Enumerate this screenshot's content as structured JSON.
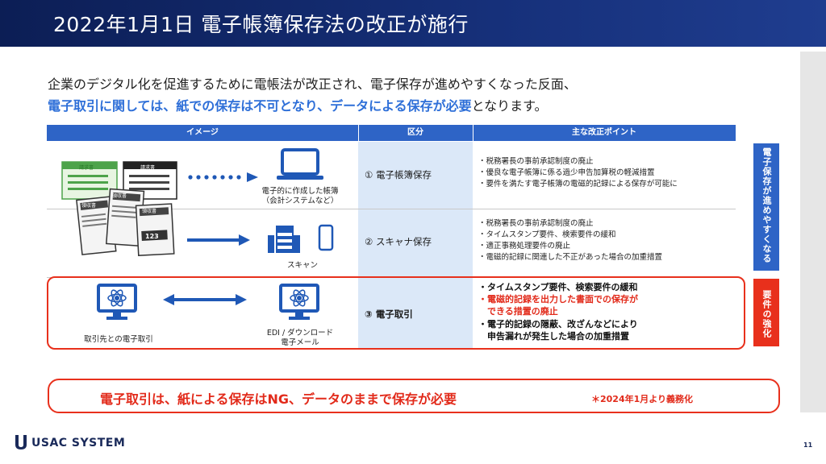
{
  "header": {
    "title": "2022年1月1日 電子帳簿保存法の改正が施行"
  },
  "intro": {
    "line1": "企業のデジタル化を促進するために電帳法が改正され、電子保存が進めやすくなった反面、",
    "line2_emphasis": "電子取引に関しては、紙での保存は不可となり、データによる保存が必要",
    "line2_rest": "となります。"
  },
  "table": {
    "headers": [
      "イメージ",
      "区分",
      "主な改正ポイント"
    ],
    "rows": [
      {
        "category": "① 電子帳簿保存",
        "image_labels": {
          "doc1": "請求書",
          "doc2": "請求書",
          "caption": "電子的に作成した帳簿",
          "caption2": "（会計システムなど）"
        },
        "points": [
          "・税務署長の事前承認制度の廃止",
          "・優良な電子帳簿に係る過少申告加算税の軽減措置",
          "・要件を満たす電子帳簿の電磁的記録による保存が可能に"
        ]
      },
      {
        "category": "② スキャナ保存",
        "image_labels": {
          "receipt1": "領収書",
          "receipt2": "領収書",
          "receipt3": "領収書",
          "amount": "123",
          "caption": "スキャン"
        },
        "points": [
          "・税務署長の事前承認制度の廃止",
          "・タイムスタンプ要件、検索要件の緩和",
          "・適正事務処理要件の廃止",
          "・電磁的記録に関連した不正があった場合の加重措置"
        ]
      },
      {
        "category": "③ 電子取引",
        "image_labels": {
          "caption_left": "取引先との電子取引",
          "caption_right": "EDI / ダウンロード",
          "caption_right2": "電子メール"
        },
        "points": [
          {
            "text": "・タイムスタンプ要件、検索要件の緩和",
            "color": "#111111"
          },
          {
            "text": "・電磁的記録を出力した書面での保存が",
            "color": "#e22a1a"
          },
          {
            "text": "　できる措置の廃止",
            "color": "#e22a1a"
          },
          {
            "text": "・電子的記録の隠蔽、改ざんなどにより",
            "color": "#111111"
          },
          {
            "text": "　申告漏れが発生した場合の加重措置",
            "color": "#111111"
          }
        ]
      }
    ]
  },
  "side_labels": {
    "blue": "電子保存が進めやすくなる",
    "red": "要件の強化"
  },
  "bottom": {
    "message": "電子取引は、紙による保存はNG、データのままで保存が必要",
    "note": "＊2024年1月より義務化"
  },
  "footer": {
    "logo": "USAC SYSTEM",
    "page": "11"
  },
  "colors": {
    "header": "#16307a",
    "accent_blue": "#2e64c6",
    "accent_red": "#e8301c",
    "emphasis_blue": "#2e6fd8"
  },
  "icons": [
    "bookkeeping-documents",
    "monitor-icon",
    "receipt-icon",
    "scanner-icon",
    "smartphone-icon",
    "network-monitor-icon",
    "double-arrow-icon",
    "usac-logo"
  ]
}
